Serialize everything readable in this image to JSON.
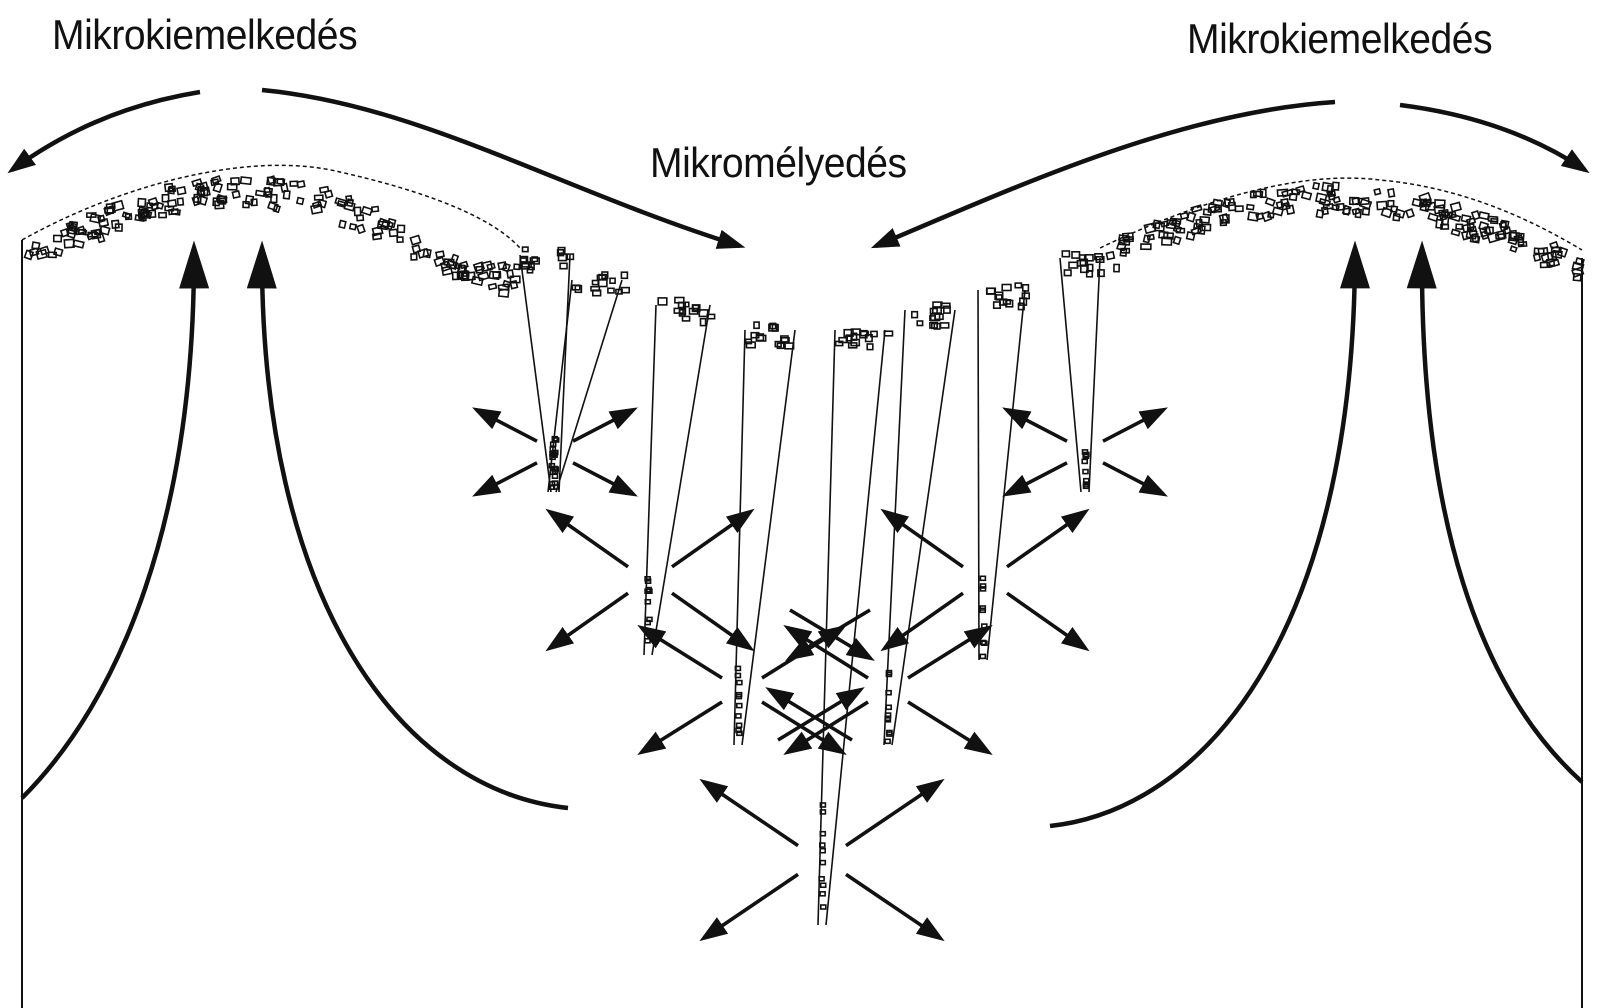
{
  "labels": {
    "left_rise": "Mikrokiemelkedés",
    "right_rise": "Mikrokiemelkedés",
    "center_depression": "Mikromélyedés"
  },
  "colors": {
    "ink": "#111111",
    "background": "#ffffff"
  }
}
